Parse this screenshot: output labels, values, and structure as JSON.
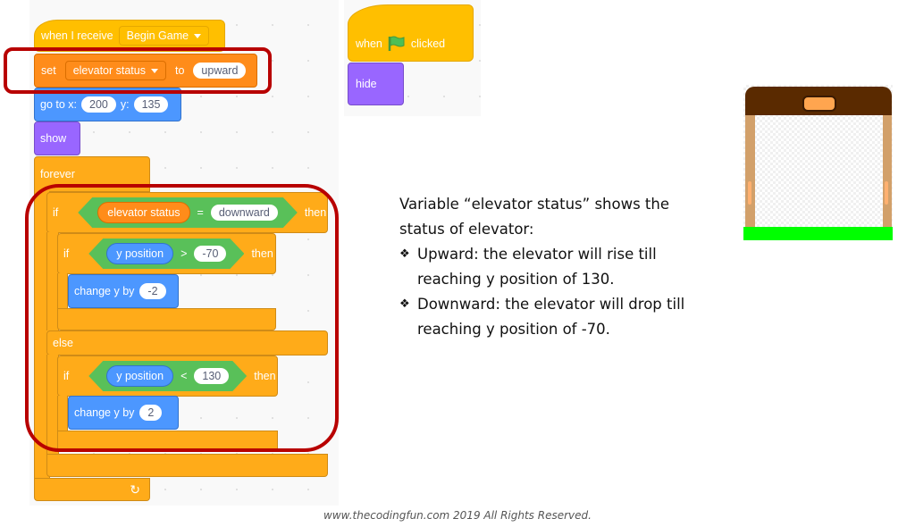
{
  "script_main": {
    "hat": {
      "label": "when I receive",
      "message": "Begin Game"
    },
    "set": {
      "label": "set",
      "variable": "elevator status",
      "to_label": "to",
      "value": "upward"
    },
    "goto": {
      "label": "go to x:",
      "x": "200",
      "y_label": "y:",
      "y": "135"
    },
    "show": {
      "label": "show"
    },
    "forever": {
      "label": "forever",
      "loop_icon": "↻"
    },
    "if_outer": {
      "if_label": "if",
      "variable": "elevator status",
      "op": "=",
      "value": "downward",
      "then_label": "then",
      "else_label": "else"
    },
    "if_down": {
      "if_label": "if",
      "reporter": "y position",
      "op": ">",
      "value": "-70",
      "then_label": "then"
    },
    "change_down": {
      "label": "change y by",
      "value": "-2"
    },
    "if_up": {
      "if_label": "if",
      "reporter": "y position",
      "op": "<",
      "value": "130",
      "then_label": "then"
    },
    "change_up": {
      "label": "change y by",
      "value": "2"
    }
  },
  "script_flag": {
    "hat": {
      "when_label": "when",
      "clicked_label": "clicked",
      "icon": "green-flag"
    },
    "hide": {
      "label": "hide"
    }
  },
  "description": {
    "intro": "Variable “elevator status” shows the status of elevator:",
    "bullet_glyph": "❖",
    "bullets": [
      "Upward: the elevator will rise till reaching y position of 130.",
      "Downward: the elevator will drop till reaching y position of -70."
    ]
  },
  "footer": "www.thecodingfun.com 2019 All Rights Reserved.",
  "colors": {
    "highlight": "#b80000",
    "events": "#ffbf00",
    "control": "#ffab19",
    "variables": "#ff8c1a",
    "motion": "#4c97ff",
    "looks": "#9966ff",
    "operators": "#59c059",
    "ground": "#00ff00"
  }
}
